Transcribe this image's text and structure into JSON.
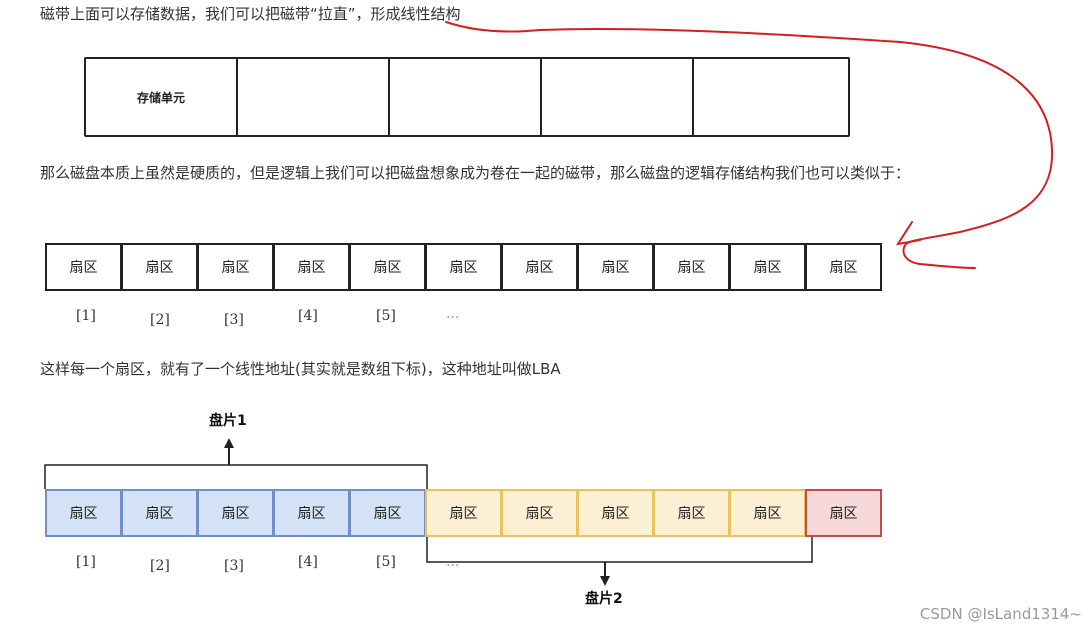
{
  "intro": "磁带上面可以存储数据，我们可以把磁带“拉直”，形成线性结构",
  "tape": {
    "cells": [
      "存储单元",
      "",
      "",
      "",
      ""
    ]
  },
  "para2": "那么磁盘本质上虽然是硬质的，但是逻辑上我们可以把磁盘想象成为卷在一起的磁带，那么磁盘的逻辑存储结构我们也可以类似于：",
  "row1": {
    "sectors": [
      "扇区",
      "扇区",
      "扇区",
      "扇区",
      "扇区",
      "扇区",
      "扇区",
      "扇区",
      "扇区",
      "扇区",
      "扇区"
    ],
    "indices": [
      "[1]",
      "[2]",
      "[3]",
      "[4]",
      "[5]",
      "..."
    ]
  },
  "para3": "这样每一个扇区，就有了一个线性地址(其实就是数组下标)，这种地址叫做LBA",
  "row2": {
    "sectors": [
      "扇区",
      "扇区",
      "扇区",
      "扇区",
      "扇区",
      "扇区",
      "扇区",
      "扇区",
      "扇区",
      "扇区",
      "扇区"
    ],
    "indices": [
      "[1]",
      "[2]",
      "[3]",
      "[4]",
      "[5]",
      "..."
    ]
  },
  "plate1": "盘片1",
  "plate2": "盘片2",
  "watermark": "CSDN @IsLand1314~",
  "colors": {
    "plate1": "#d6e2f5",
    "plate2": "#fbf0d4",
    "extra": "#f7d9d9",
    "annotation": "#d21f1f"
  }
}
